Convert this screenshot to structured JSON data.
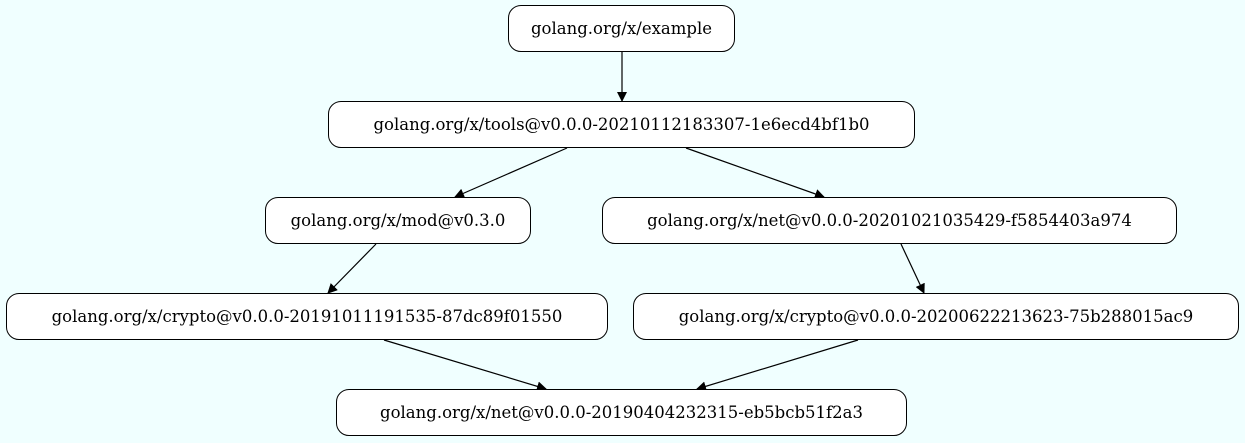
{
  "graph": {
    "nodes": [
      {
        "id": "example",
        "label": "golang.org/x/example"
      },
      {
        "id": "tools",
        "label": "golang.org/x/tools@v0.0.0-20210112183307-1e6ecd4bf1b0"
      },
      {
        "id": "mod",
        "label": "golang.org/x/mod@v0.3.0"
      },
      {
        "id": "net1",
        "label": "golang.org/x/net@v0.0.0-20201021035429-f5854403a974"
      },
      {
        "id": "crypto1",
        "label": "golang.org/x/crypto@v0.0.0-20191011191535-87dc89f01550"
      },
      {
        "id": "crypto2",
        "label": "golang.org/x/crypto@v0.0.0-20200622213623-75b288015ac9"
      },
      {
        "id": "net2",
        "label": "golang.org/x/net@v0.0.0-20190404232315-eb5bcb51f2a3"
      }
    ],
    "edges": [
      {
        "from": "example",
        "to": "tools"
      },
      {
        "from": "tools",
        "to": "mod"
      },
      {
        "from": "tools",
        "to": "net1"
      },
      {
        "from": "mod",
        "to": "crypto1"
      },
      {
        "from": "net1",
        "to": "crypto2"
      },
      {
        "from": "crypto1",
        "to": "net2"
      },
      {
        "from": "crypto2",
        "to": "net2"
      }
    ]
  },
  "colors": {
    "background": "#f0ffff",
    "node_fill": "#ffffff",
    "stroke": "#000000"
  }
}
